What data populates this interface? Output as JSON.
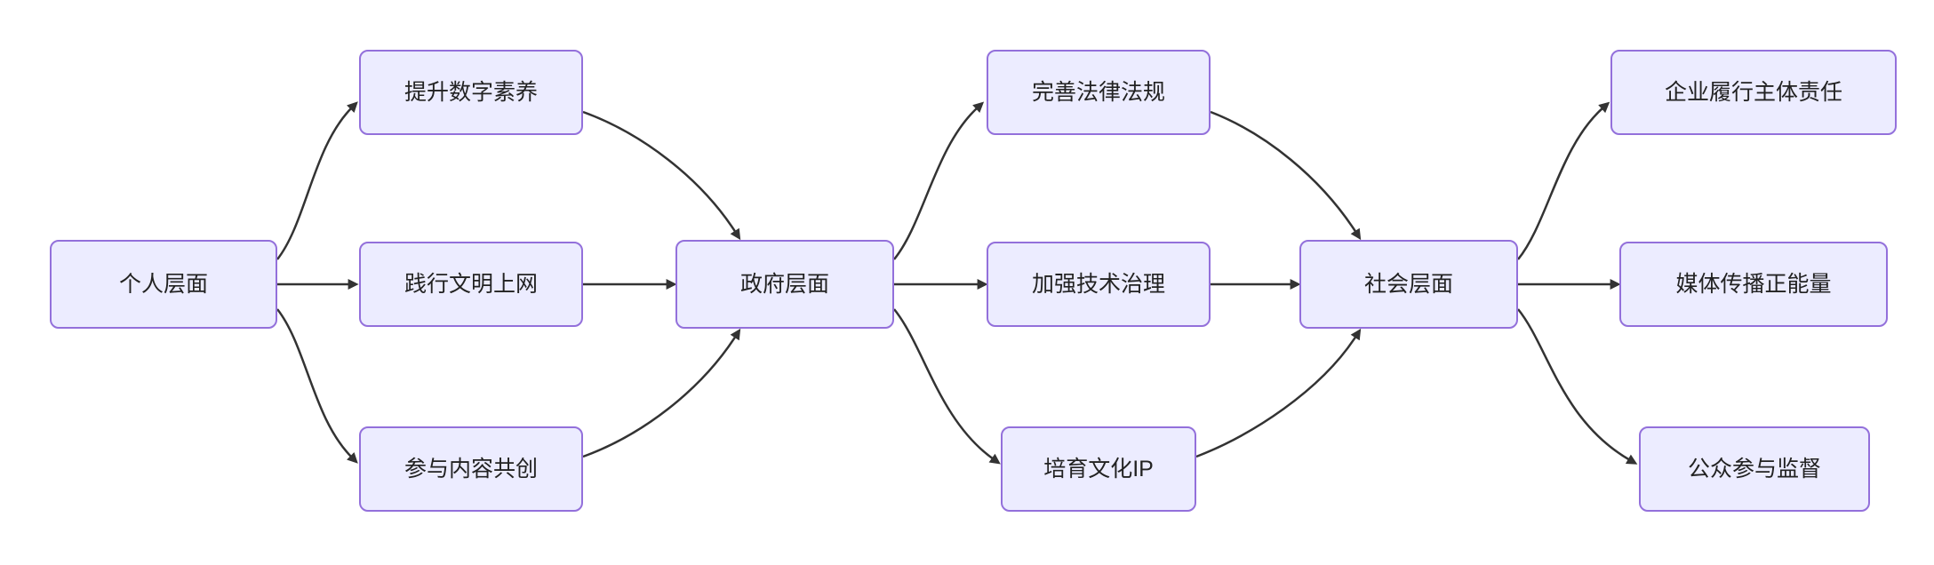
{
  "diagram": {
    "type": "flowchart-left-to-right",
    "colors": {
      "node_fill": "#ECECFF",
      "node_border": "#9370DB",
      "edge": "#333333",
      "text": "#222222",
      "bg": "#ffffff"
    },
    "nodes": [
      {
        "id": "personal",
        "label": "个人层面"
      },
      {
        "id": "digital-literacy",
        "label": "提升数字素养"
      },
      {
        "id": "civil-internet",
        "label": "践行文明上网"
      },
      {
        "id": "content-cocreation",
        "label": "参与内容共创"
      },
      {
        "id": "government",
        "label": "政府层面"
      },
      {
        "id": "laws",
        "label": "完善法律法规"
      },
      {
        "id": "tech-governance",
        "label": "加强技术治理"
      },
      {
        "id": "culture-ip",
        "label": "培育文化IP"
      },
      {
        "id": "society",
        "label": "社会层面"
      },
      {
        "id": "enterprise-responsibility",
        "label": "企业履行主体责任"
      },
      {
        "id": "media-positive",
        "label": "媒体传播正能量"
      },
      {
        "id": "public-supervision",
        "label": "公众参与监督"
      }
    ],
    "edges": [
      {
        "from": "personal",
        "to": "digital-literacy"
      },
      {
        "from": "personal",
        "to": "civil-internet"
      },
      {
        "from": "personal",
        "to": "content-cocreation"
      },
      {
        "from": "digital-literacy",
        "to": "government"
      },
      {
        "from": "civil-internet",
        "to": "government"
      },
      {
        "from": "content-cocreation",
        "to": "government"
      },
      {
        "from": "government",
        "to": "laws"
      },
      {
        "from": "government",
        "to": "tech-governance"
      },
      {
        "from": "government",
        "to": "culture-ip"
      },
      {
        "from": "laws",
        "to": "society"
      },
      {
        "from": "tech-governance",
        "to": "society"
      },
      {
        "from": "culture-ip",
        "to": "society"
      },
      {
        "from": "society",
        "to": "enterprise-responsibility"
      },
      {
        "from": "society",
        "to": "media-positive"
      },
      {
        "from": "society",
        "to": "public-supervision"
      }
    ]
  }
}
